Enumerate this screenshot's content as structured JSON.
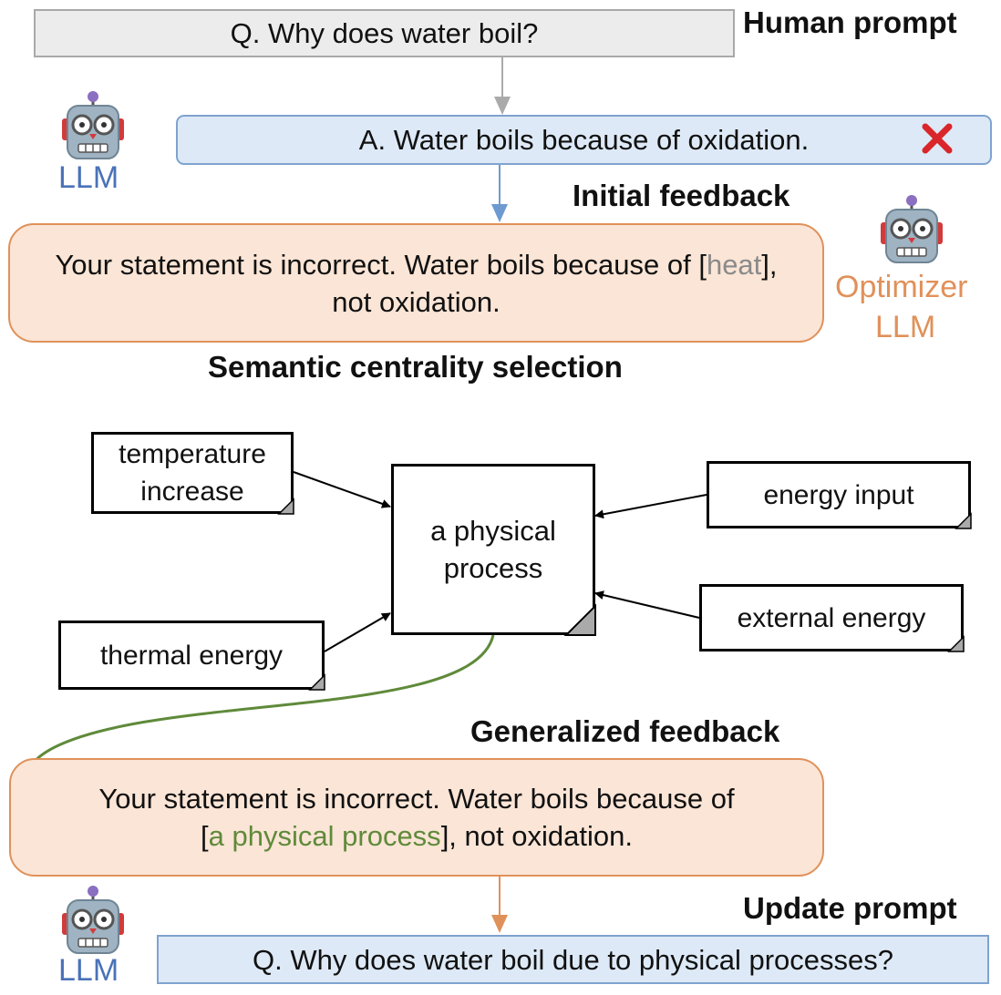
{
  "human_prompt": {
    "heading": "Human prompt",
    "question": "Q. Why does water boil?"
  },
  "answer": {
    "text": "A. Water boils because of oxidation.",
    "status_icon": "cross-mark-icon"
  },
  "llm_agent": {
    "label": "LLM",
    "icon": "robot-icon"
  },
  "optimizer_agent": {
    "label_line1": "Optimizer",
    "label_line2": "LLM",
    "icon": "robot-icon"
  },
  "initial_feedback": {
    "heading": "Initial feedback",
    "pre": "Your statement is incorrect. Water boils because of [",
    "highlight": "heat",
    "post": "],",
    "line2": "not oxidation."
  },
  "semantic_centrality": {
    "heading": "Semantic centrality selection",
    "center": {
      "line1": "a physical",
      "line2": "process"
    },
    "candidates": [
      {
        "line1": "temperature",
        "line2": "increase"
      },
      {
        "line1": "energy input"
      },
      {
        "line1": "thermal energy"
      },
      {
        "line1": "external energy"
      }
    ]
  },
  "generalized_feedback": {
    "heading": "Generalized feedback",
    "line1": "Your statement is incorrect. Water boils because of",
    "pre": "[",
    "highlight": "a physical process",
    "post": "], not oxidation."
  },
  "update_prompt": {
    "heading": "Update prompt",
    "question": "Q. Why does water boil due to physical processes?"
  },
  "colors": {
    "gray_arrow": "#aaaaaa",
    "blue_arrow": "#6d9ad0",
    "orange_arrow": "#e0915a",
    "green_path": "#5f8a3a",
    "cross": "#d9262a",
    "llm_blue": "#4a72b8",
    "optimizer_orange": "#e0915a"
  }
}
